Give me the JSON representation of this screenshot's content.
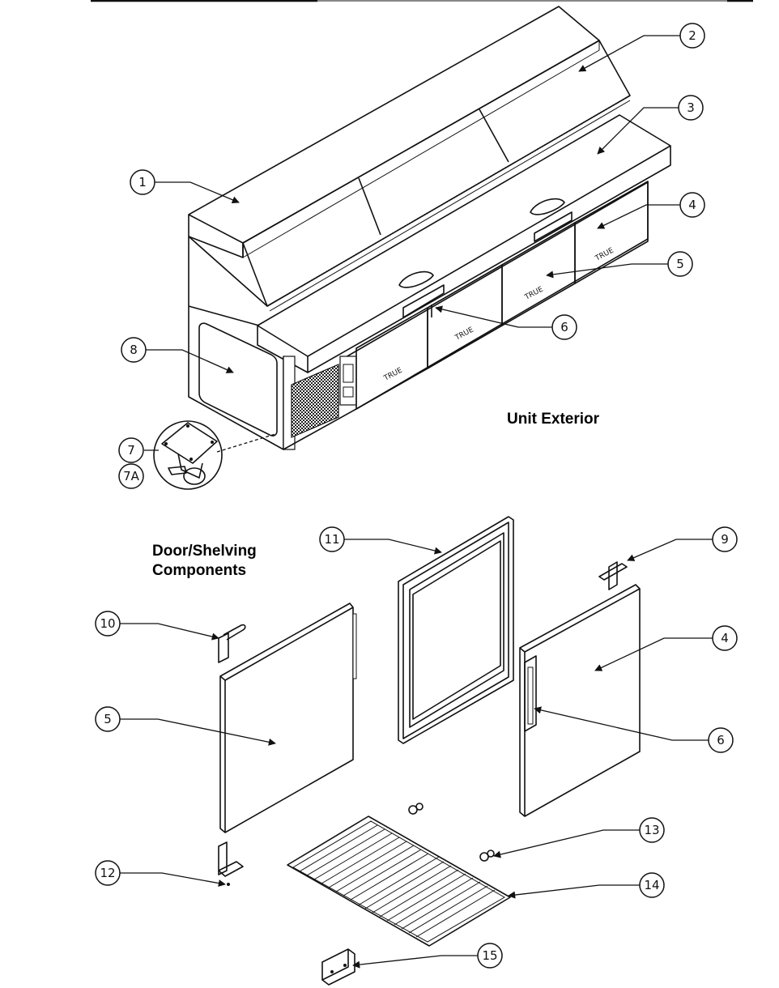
{
  "headings": {
    "unit_exterior": "Unit Exterior",
    "door_shelving_line1": "Door/Shelving",
    "door_shelving_line2": "Components"
  },
  "callouts": {
    "c1": "1",
    "c2": "2",
    "c3": "3",
    "c4": "4",
    "c5": "5",
    "c6": "6",
    "c7": "7",
    "c7a": "7A",
    "c8": "8",
    "c9": "9",
    "c10": "10",
    "c11": "11",
    "c4b": "4",
    "c5b": "5",
    "c6b": "6",
    "c12": "12",
    "c13": "13",
    "c14": "14",
    "c15": "15"
  }
}
